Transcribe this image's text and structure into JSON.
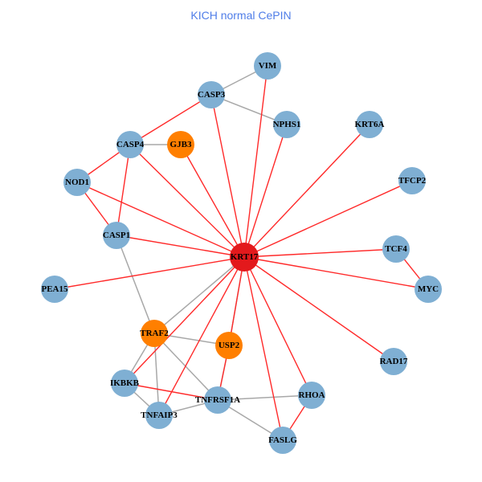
{
  "title": "KICH normal CePIN",
  "colors": {
    "default_node": "#7fafd3",
    "highlight_node": "#ff7f00",
    "center_node": "#e3191c",
    "red_edge": "#ff2a2a",
    "gray_edge": "#a8a8a8"
  },
  "nodes": [
    {
      "id": "KRT17",
      "type": "center"
    },
    {
      "id": "VIM",
      "type": "default"
    },
    {
      "id": "CASP3",
      "type": "default"
    },
    {
      "id": "NPHS1",
      "type": "default"
    },
    {
      "id": "KRT6A",
      "type": "default"
    },
    {
      "id": "TFCP2",
      "type": "default"
    },
    {
      "id": "TCF4",
      "type": "default"
    },
    {
      "id": "MYC",
      "type": "default"
    },
    {
      "id": "RAD17",
      "type": "default"
    },
    {
      "id": "RHOA",
      "type": "default"
    },
    {
      "id": "FASLG",
      "type": "default"
    },
    {
      "id": "TNFRSF1A",
      "type": "default"
    },
    {
      "id": "TNFAIP3",
      "type": "default"
    },
    {
      "id": "IKBKB",
      "type": "default"
    },
    {
      "id": "TRAF2",
      "type": "highlight"
    },
    {
      "id": "USP2",
      "type": "highlight"
    },
    {
      "id": "PEA15",
      "type": "default"
    },
    {
      "id": "CASP1",
      "type": "default"
    },
    {
      "id": "NOD1",
      "type": "default"
    },
    {
      "id": "CASP4",
      "type": "default"
    },
    {
      "id": "GJB3",
      "type": "highlight"
    }
  ],
  "edges": [
    [
      "VIM",
      "CASP3",
      "gray"
    ],
    [
      "CASP3",
      "NPHS1",
      "gray"
    ],
    [
      "CASP4",
      "GJB3",
      "gray"
    ],
    [
      "CASP1",
      "TRAF2",
      "gray"
    ],
    [
      "TRAF2",
      "USP2",
      "gray"
    ],
    [
      "TRAF2",
      "IKBKB",
      "gray"
    ],
    [
      "TRAF2",
      "TNFAIP3",
      "gray"
    ],
    [
      "TRAF2",
      "TNFRSF1A",
      "gray"
    ],
    [
      "KRT17",
      "TRAF2",
      "gray"
    ],
    [
      "KRT17",
      "USP2",
      "gray"
    ],
    [
      "IKBKB",
      "TNFAIP3",
      "gray"
    ],
    [
      "TNFAIP3",
      "TNFRSF1A",
      "gray"
    ],
    [
      "TNFRSF1A",
      "RHOA",
      "gray"
    ],
    [
      "TNFRSF1A",
      "FASLG",
      "gray"
    ],
    [
      "USP2",
      "TNFRSF1A",
      "gray"
    ],
    [
      "KRT17",
      "VIM",
      "red"
    ],
    [
      "KRT17",
      "CASP3",
      "red"
    ],
    [
      "KRT17",
      "NPHS1",
      "red"
    ],
    [
      "KRT17",
      "KRT6A",
      "red"
    ],
    [
      "KRT17",
      "TFCP2",
      "red"
    ],
    [
      "KRT17",
      "TCF4",
      "red"
    ],
    [
      "KRT17",
      "MYC",
      "red"
    ],
    [
      "KRT17",
      "RAD17",
      "red"
    ],
    [
      "KRT17",
      "RHOA",
      "red"
    ],
    [
      "KRT17",
      "FASLG",
      "red"
    ],
    [
      "KRT17",
      "USP2",
      "red"
    ],
    [
      "KRT17",
      "TNFAIP3",
      "red"
    ],
    [
      "KRT17",
      "IKBKB",
      "red"
    ],
    [
      "KRT17",
      "PEA15",
      "red"
    ],
    [
      "KRT17",
      "CASP1",
      "red"
    ],
    [
      "KRT17",
      "NOD1",
      "red"
    ],
    [
      "KRT17",
      "CASP4",
      "red"
    ],
    [
      "KRT17",
      "GJB3",
      "red"
    ],
    [
      "CASP3",
      "CASP4",
      "red"
    ],
    [
      "CASP4",
      "NOD1",
      "red"
    ],
    [
      "CASP4",
      "CASP1",
      "red"
    ],
    [
      "NOD1",
      "CASP1",
      "red"
    ],
    [
      "TCF4",
      "MYC",
      "red"
    ],
    [
      "RHOA",
      "FASLG",
      "red"
    ],
    [
      "IKBKB",
      "TNFRSF1A",
      "red"
    ],
    [
      "USP2",
      "TNFRSF1A",
      "red"
    ]
  ]
}
